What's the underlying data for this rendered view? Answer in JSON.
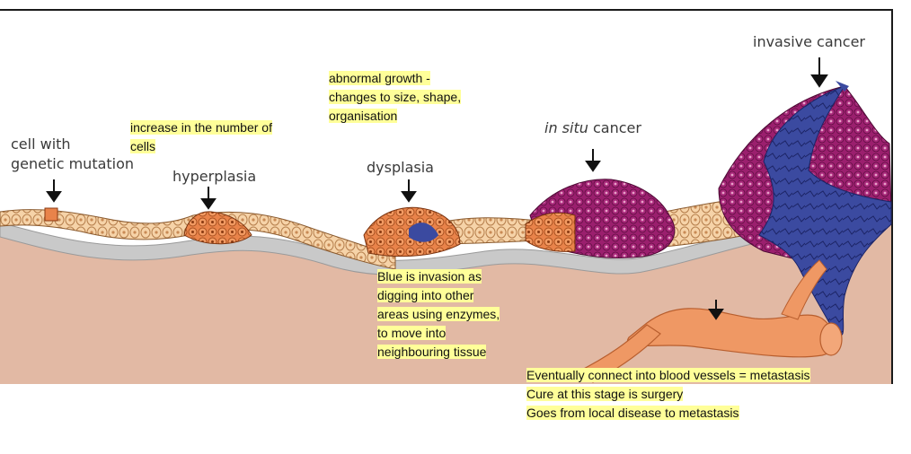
{
  "labels": {
    "cell_mutation_line1": "cell with",
    "cell_mutation_line2": "genetic mutation",
    "hyperplasia": "hyperplasia",
    "dysplasia": "dysplasia",
    "in_situ_italic": "in situ",
    "in_situ_rest": "cancer",
    "invasive": "invasive cancer"
  },
  "notes": {
    "hyperplasia_note": [
      "increase in the number of",
      "cells"
    ],
    "dysplasia_note": [
      "abnormal growth -",
      "changes to size, shape,",
      "organisation"
    ],
    "invasion_note": [
      "Blue is invasion as",
      "digging into other",
      "areas using enzymes,",
      "to move into",
      "neighbouring tissue"
    ],
    "metastasis_note": [
      "Eventually connect into blood vessels = metastasis",
      "Cure at this stage is surgery",
      "Goes from local disease to metastasis"
    ]
  },
  "colors": {
    "tissue": "#e2b9a4",
    "basement": "#c9c9c9",
    "normal_cells": "#f6d3a8",
    "hyperplasia_cells": "#e97f45",
    "cancer_cells": "#9b1f6e",
    "invasion": "#3b4aa0",
    "vessel": "#ef9864",
    "highlight": "#ffff99"
  }
}
